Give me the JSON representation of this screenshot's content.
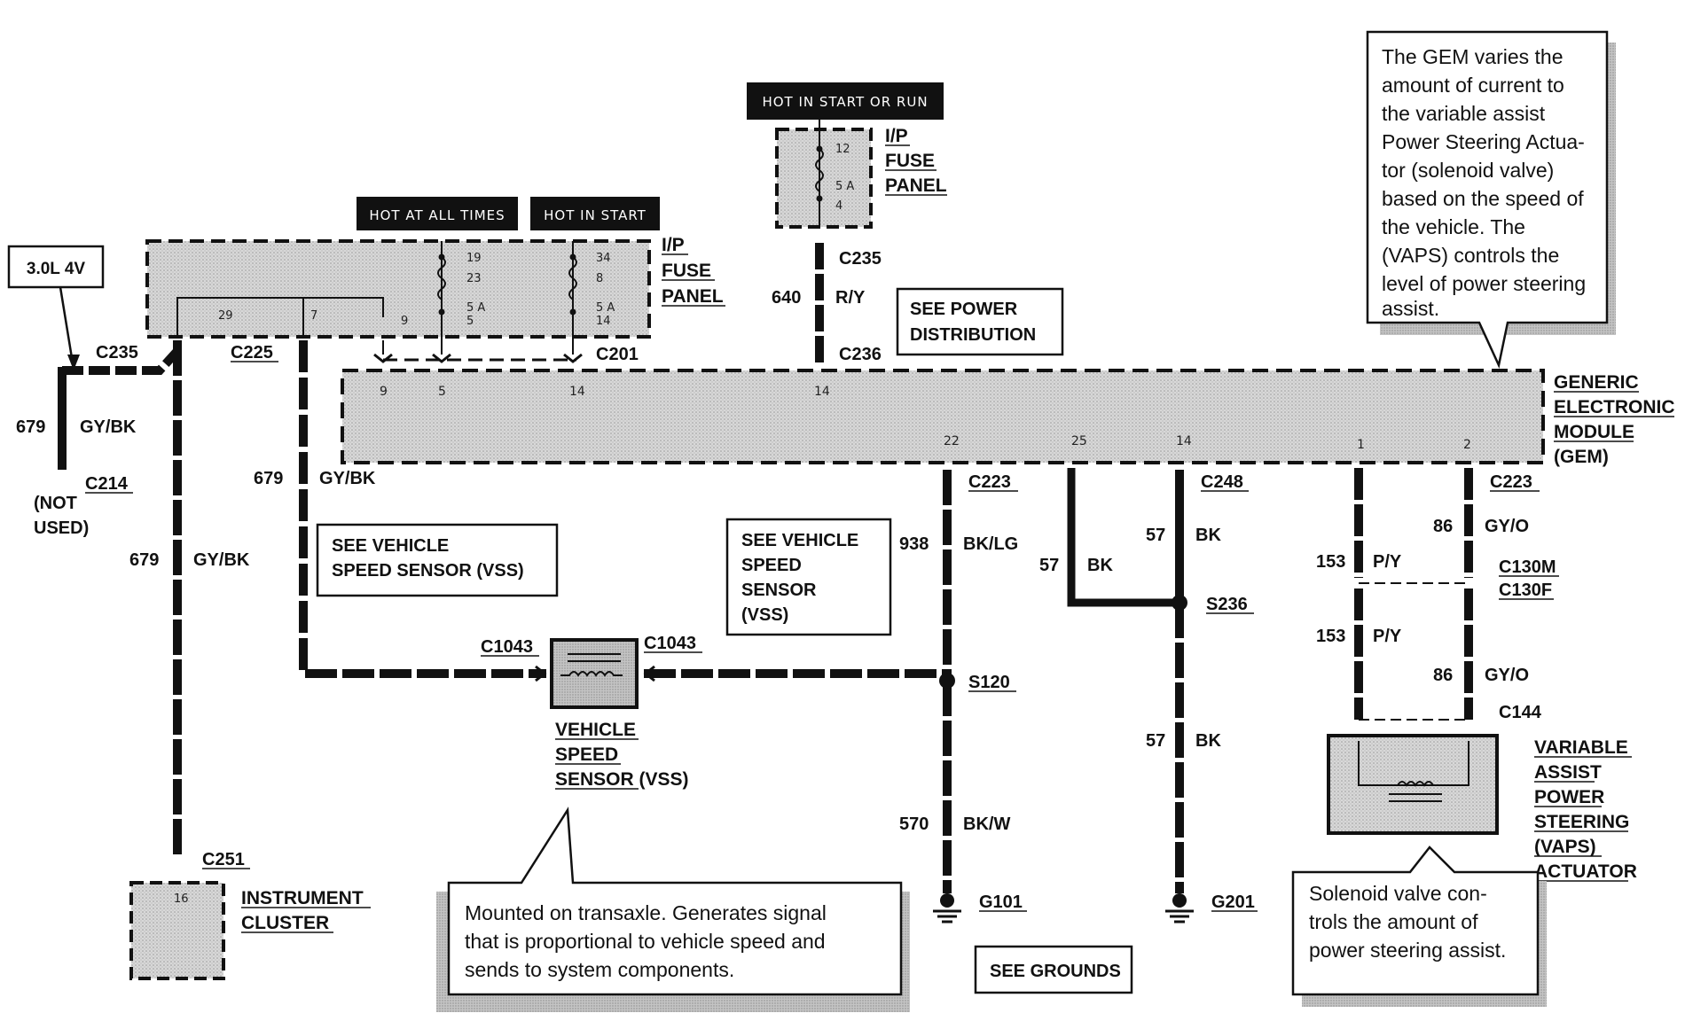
{
  "engine_label": "3.0L 4V",
  "headers": {
    "hot_at_all_times": "HOT AT ALL TIMES",
    "hot_in_start": "HOT IN START",
    "hot_in_start_or_run": "HOT IN START OR RUN"
  },
  "ip_fuse_panel_left": {
    "title": [
      "I/P",
      "FUSE",
      "PANEL"
    ],
    "fuse_a": {
      "top": "19",
      "mid": "23",
      "rating": "5 A",
      "bottom": "5"
    },
    "fuse_b": {
      "top": "34",
      "mid": "8",
      "rating": "5 A",
      "bottom": "14"
    },
    "pins": {
      "p29": "29",
      "p7": "7",
      "p9": "9"
    }
  },
  "ip_fuse_panel_top": {
    "title": [
      "I/P",
      "FUSE",
      "PANEL"
    ],
    "fuse": {
      "top": "12",
      "rating": "5 A",
      "bottom": "4"
    }
  },
  "connectors": {
    "c235_left": "C235",
    "c225": "C225",
    "c201": "C201",
    "c235_top": "C235",
    "c236": "C236",
    "c214": "C214",
    "c223_a": "C223",
    "c248": "C248",
    "c223_b": "C223",
    "c130m": "C130M",
    "c130f": "C130F",
    "c144": "C144",
    "c1043_a": "C1043",
    "c1043_b": "C1043",
    "c251": "C251",
    "s120": "S120",
    "s236": "S236",
    "g101": "G101",
    "g201": "G201"
  },
  "wires": {
    "w679_left": {
      "num": "679",
      "color": "GY/BK"
    },
    "w679_c225": {
      "num": "679",
      "color": "GY/BK"
    },
    "w679_main": {
      "num": "679",
      "color": "GY/BK"
    },
    "w640": {
      "num": "640",
      "color": "R/Y"
    },
    "w938": {
      "num": "938",
      "color": "BK/LG"
    },
    "w57_a": {
      "num": "57",
      "color": "BK"
    },
    "w57_b": {
      "num": "57",
      "color": "BK"
    },
    "w57_c": {
      "num": "57",
      "color": "BK"
    },
    "w570": {
      "num": "570",
      "color": "BK/W"
    },
    "w153_a": {
      "num": "153",
      "color": "P/Y"
    },
    "w153_b": {
      "num": "153",
      "color": "P/Y"
    },
    "w86_a": {
      "num": "86",
      "color": "GY/O"
    },
    "w86_b": {
      "num": "86",
      "color": "GY/O"
    }
  },
  "not_used": [
    "(NOT",
    "USED)"
  ],
  "gem": {
    "title": [
      "GENERIC",
      "ELECTRONIC",
      "MODULE",
      "(GEM)"
    ],
    "pins_top": {
      "p9": "9",
      "p5": "5",
      "p14a": "14",
      "p14b": "14"
    },
    "pins_bottom": {
      "p22": "22",
      "p25": "25",
      "p14": "14",
      "p1": "1",
      "p2": "2"
    }
  },
  "see_boxes": {
    "power_distribution": [
      "SEE POWER",
      "DISTRIBUTION"
    ],
    "vss_left": [
      "SEE VEHICLE",
      "SPEED SENSOR (VSS)"
    ],
    "vss_mid": [
      "SEE VEHICLE",
      "SPEED",
      "SENSOR",
      "(VSS)"
    ],
    "grounds": "SEE GROUNDS"
  },
  "vss_label": [
    "VEHICLE",
    "SPEED",
    "SENSOR (VSS)"
  ],
  "instrument_cluster": {
    "label": [
      "INSTRUMENT",
      "CLUSTER"
    ],
    "pin": "16"
  },
  "vaps_label": [
    "VARIABLE",
    "ASSIST",
    "POWER",
    "STEERING",
    "(VAPS)",
    "ACTUATOR"
  ],
  "callouts": {
    "gem_note": [
      "The GEM varies the",
      "amount of current to",
      "the variable assist",
      "Power Steering Actua-",
      "tor (solenoid valve)",
      "based on the speed of",
      "the vehicle.  The",
      "(VAPS) controls the",
      "level of power steering",
      "assist."
    ],
    "vss_note": [
      "Mounted on transaxle. Generates signal",
      "that is proportional to vehicle speed and",
      "sends to system components."
    ],
    "vaps_note": [
      "Solenoid valve con-",
      "trols the amount of",
      "power steering assist."
    ]
  }
}
